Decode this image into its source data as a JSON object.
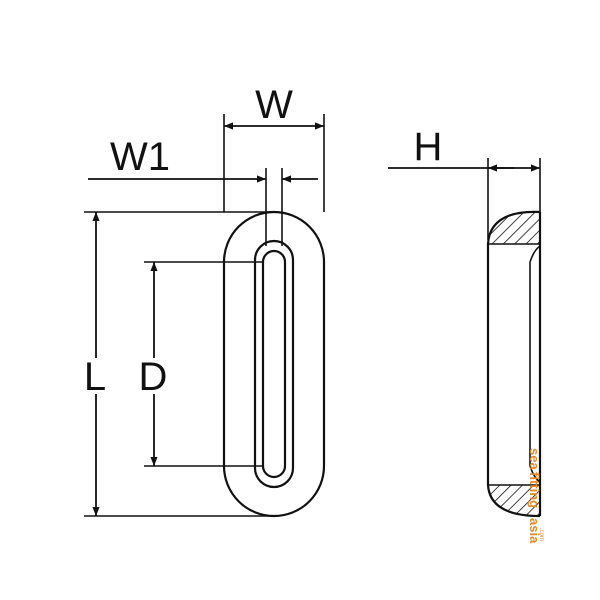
{
  "labels": {
    "w": "W",
    "w1": "W1",
    "h": "H",
    "l": "L",
    "d": "D"
  },
  "watermark": {
    "line1": "sea",
    "line2": "fitting",
    "line3": "asia",
    "line4": ".com"
  },
  "colors": {
    "line": "#111111",
    "background": "#ffffff",
    "watermark": "#e58a2a"
  }
}
